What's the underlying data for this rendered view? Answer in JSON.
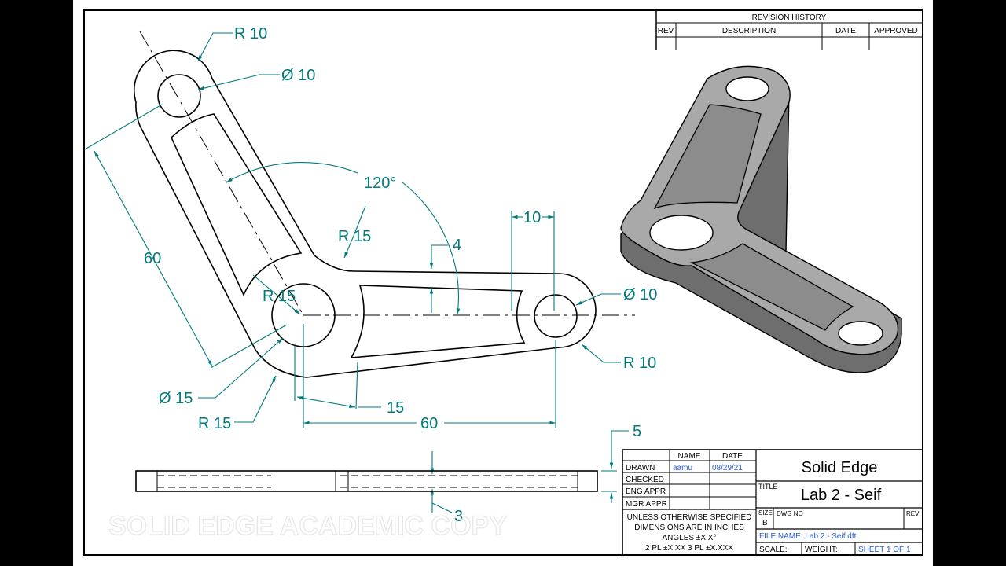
{
  "revision_history": {
    "title": "REVISION HISTORY",
    "columns": [
      "REV",
      "DESCRIPTION",
      "DATE",
      "APPROVED"
    ]
  },
  "dimensions": {
    "r10_top": "R 10",
    "dia10_top": "Ø 10",
    "angle": "120°",
    "r15_inner": "R 15",
    "dim_10": "10",
    "dim_4": "4",
    "len_60_left": "60",
    "r15_center": "R 15",
    "dia10_right": "Ø 10",
    "r10_right": "R 10",
    "dia15": "Ø 15",
    "dim_15": "15",
    "r15_bottom": "R 15",
    "len_60_bottom": "60",
    "dim_5": "5",
    "dim_3": "3"
  },
  "watermark": "SOLID EDGE ACADEMIC COPY",
  "title_block": {
    "name_header": "NAME",
    "date_header": "DATE",
    "drawn_label": "DRAWN",
    "drawn_name": "aamu",
    "drawn_date": "08/29/21",
    "checked_label": "CHECKED",
    "eng_label": "ENG APPR",
    "mgr_label": "MGR APPR",
    "note_line1": "UNLESS OTHERWISE SPECIFIED",
    "note_line2": "DIMENSIONS ARE IN INCHES",
    "note_line3": "ANGLES ±X.X°",
    "note_line4": "2 PL ±X.XX 3 PL ±X.XXX",
    "company": "Solid Edge",
    "title_label": "TITLE",
    "title": "Lab 2 - Seif",
    "size_label": "SIZE",
    "size": "B",
    "dwg_label": "DWG NO",
    "rev_label": "REV",
    "file_name": "FILE NAME: Lab 2 - Seif.dft",
    "scale_label": "SCALE:",
    "weight_label": "WEIGHT:",
    "sheet": "SHEET 1 OF 1"
  },
  "colors": {
    "dimension": "#007a7a",
    "line": "#000000",
    "part_top": "#a9a9a9",
    "part_side": "#6e6e6e",
    "blue_text": "#2a5bd7"
  }
}
